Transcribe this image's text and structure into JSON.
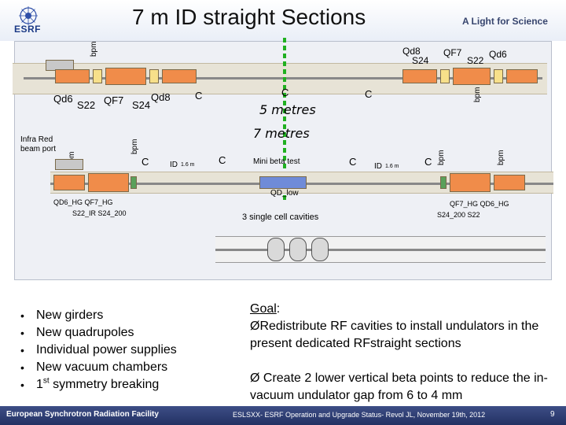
{
  "header": {
    "logo_text": "ESRF",
    "title": "7 m ID straight Sections",
    "tagline": "A Light for Science"
  },
  "diagram": {
    "bpm": "bpm",
    "upper_left": {
      "qd6": "Qd6",
      "s22": "S22",
      "qf7": "QF7",
      "s24": "S24",
      "qd8": "Qd8"
    },
    "upper_right": {
      "qd8": "Qd8",
      "s24": "S24",
      "qf7": "QF7",
      "s22": "S22",
      "qd6": "Qd6"
    },
    "c": "C",
    "five_metres": "5 metres",
    "seven_metres": "7 metres",
    "infra_red": "Infra Red",
    "beam_port": "beam port",
    "id_left": "ID",
    "id_size": "1.6 m",
    "mini_beta": "Mini beta test",
    "id_right": "ID",
    "qd_low": "QD_low",
    "left_lower_1": "QD6_HG QF7_HG",
    "left_lower_2": "S22_IR   S24_200",
    "cavities": "3 single cell cavities",
    "right_lower_1": "QF7_HG   QD6_HG",
    "right_lower_2": "S24_200  S22"
  },
  "bullets": [
    "New girders",
    "New quadrupoles",
    "Individual power supplies",
    "New vacuum chambers"
  ],
  "bullet_last": {
    "prefix": "1",
    "sup": "st",
    "rest": " symmetry breaking"
  },
  "goal": {
    "title": "Goal",
    "colon": ":",
    "point1": "ØRedistribute RF cavities to install undulators in the present dedicated RFstraight sections",
    "point2": "Ø Create 2 lower vertical beta points to reduce the in-vacuum undulator gap from 6 to 4 mm"
  },
  "footer": {
    "left": "European Synchrotron Radiation Facility",
    "center": "ESLSXX- ESRF Operation and Upgrade Status-  Revol JL, November 19th, 2012",
    "page": "9"
  }
}
